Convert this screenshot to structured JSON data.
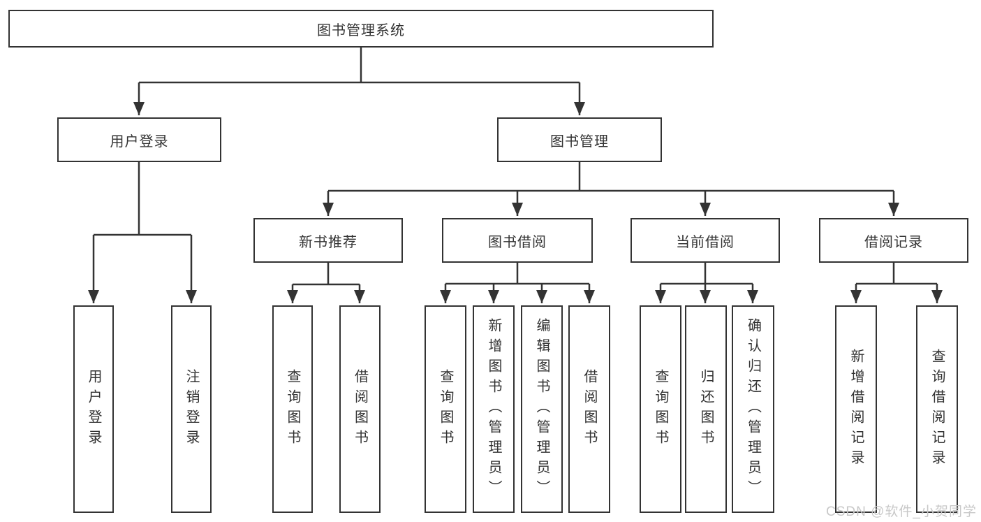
{
  "diagram": {
    "title": "图书管理系统",
    "root": {
      "label": "图书管理系统"
    },
    "branches": [
      {
        "label": "用户登录",
        "children": [
          {
            "label": "用户登录"
          },
          {
            "label": "注销登录"
          }
        ]
      },
      {
        "label": "图书管理",
        "children": [
          {
            "label": "新书推荐",
            "children": [
              {
                "label": "查询图书"
              },
              {
                "label": "借阅图书"
              }
            ]
          },
          {
            "label": "图书借阅",
            "children": [
              {
                "label": "查询图书"
              },
              {
                "label": "新增图书（管理员）"
              },
              {
                "label": "编辑图书（管理员）"
              },
              {
                "label": "借阅图书"
              }
            ]
          },
          {
            "label": "当前借阅",
            "children": [
              {
                "label": "查询图书"
              },
              {
                "label": "归还图书"
              },
              {
                "label": "确认归还（管理员）"
              }
            ]
          },
          {
            "label": "借阅记录",
            "children": [
              {
                "label": "新增借阅记录"
              },
              {
                "label": "查询借阅记录"
              }
            ]
          }
        ]
      }
    ],
    "watermark": "CSDN @软件_小贺同学",
    "colors": {
      "line": "#333333",
      "text": "#333333",
      "box_background": "#ffffff",
      "watermark": "#c8c8c8",
      "background": "#ffffff"
    }
  }
}
